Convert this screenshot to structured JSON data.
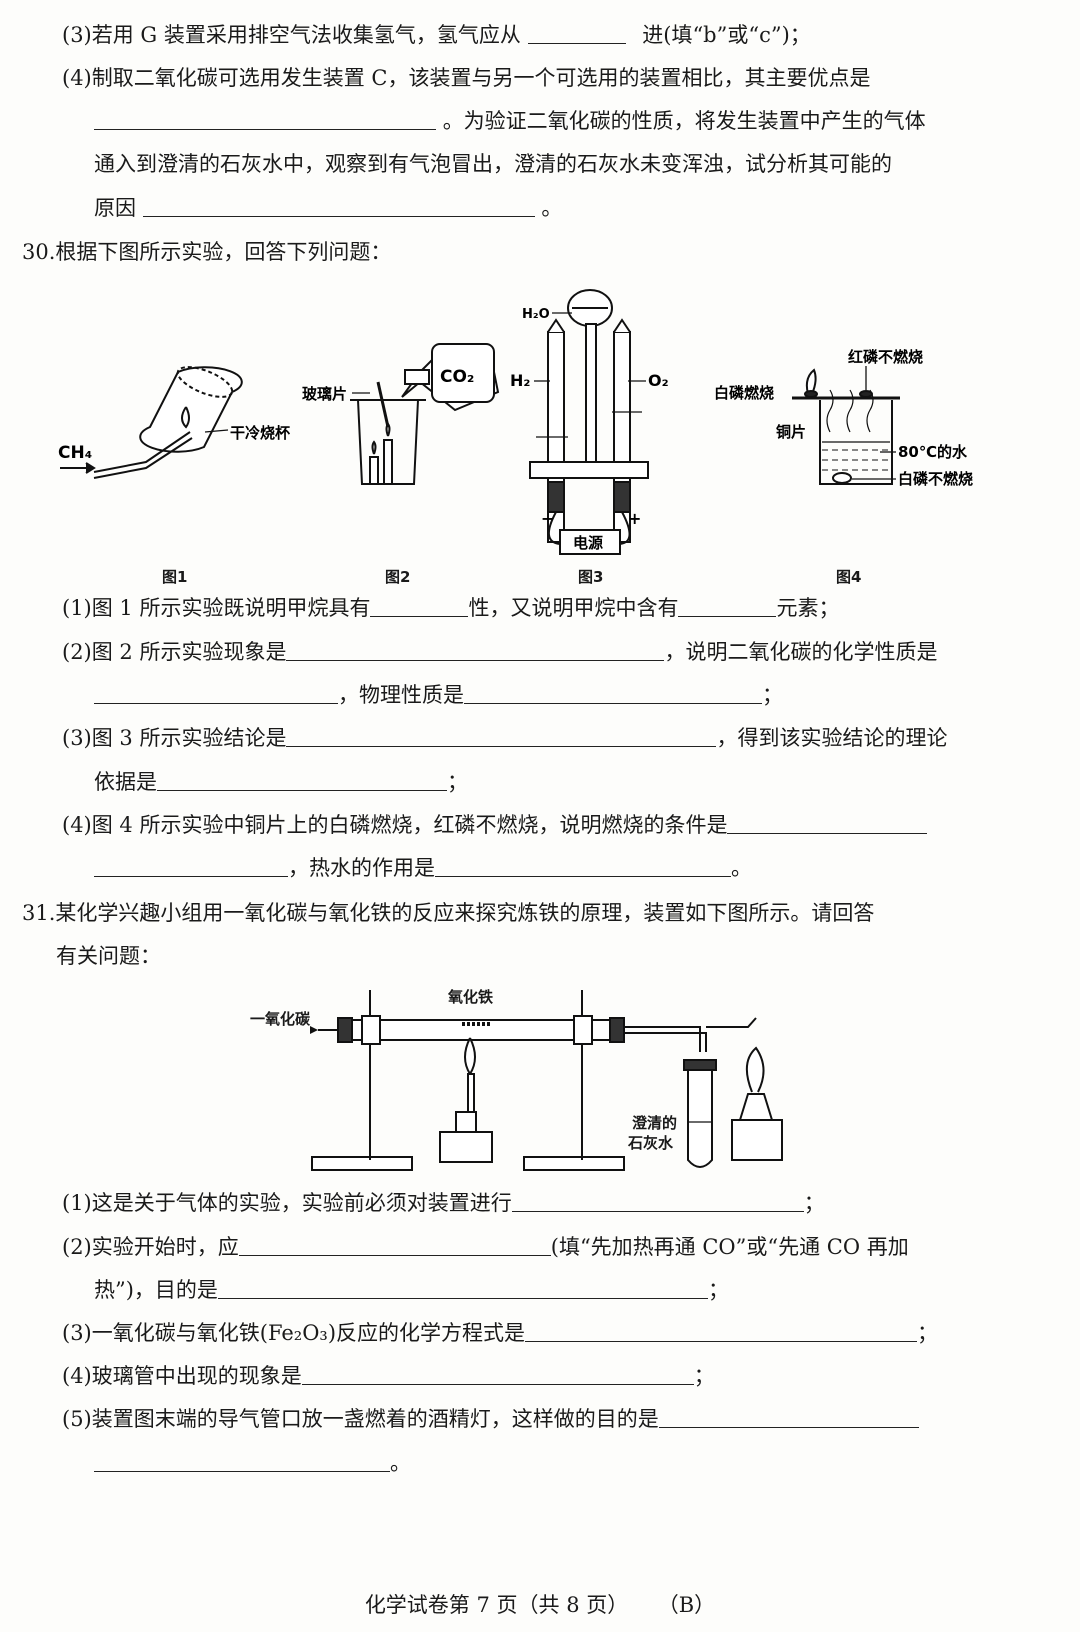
{
  "q29_3": {
    "prefix": "(3)若用 G 装置采用排空气法收集氢气，氢气应从",
    "suffix": "进(填“b”或“c”)；"
  },
  "q29_4": {
    "line1": "(4)制取二氧化碳可选用发生装置 C，该装置与另一个可选用的装置相比，其主要优点是",
    "line2": "。为验证二氧化碳的性质，将发生装置中产生的气体",
    "line3": "通入到澄清的石灰水中，观察到有气泡冒出，澄清的石灰水未变浑浊，试分析其可能的",
    "line4_prefix": "原因",
    "line4_suffix": "。"
  },
  "q30": {
    "title": "30.根据下图所示实验，回答下列问题：",
    "fig1": {
      "gas": "CH₄",
      "beaker": "干冷烧杯",
      "caption": "图1"
    },
    "fig2": {
      "glass": "玻璃片",
      "gas": "CO₂",
      "caption": "图2"
    },
    "fig3": {
      "water": "H₂O",
      "left": "H₂",
      "right": "O₂",
      "power": "电源",
      "minus": "−",
      "plus": "+",
      "caption": "图3"
    },
    "fig4": {
      "red_p": "红磷不燃烧",
      "white_p_burn": "白磷燃烧",
      "copper": "铜片",
      "water": "80℃的水",
      "white_p_no": "白磷不燃烧",
      "caption": "图4"
    },
    "q1_a": "(1)图 1 所示实验既说明甲烷具有",
    "q1_b": "性，又说明甲烷中含有",
    "q1_c": "元素；",
    "q2_a": "(2)图 2 所示实验现象是",
    "q2_b": "，说明二氧化碳的化学性质是",
    "q2_c": "，物理性质是",
    "q2_d": "；",
    "q3_a": "(3)图 3 所示实验结论是",
    "q3_b": "，得到该实验结论的理论",
    "q3_c": "依据是",
    "q3_d": "；",
    "q4_a": "(4)图 4 所示实验中铜片上的白磷燃烧，红磷不燃烧，说明燃烧的条件是",
    "q4_b": "，热水的作用是",
    "q4_c": "。"
  },
  "q31": {
    "title1": "31.某化学兴趣小组用一氧化碳与氧化铁的反应来探究炼铁的原理，装置如下图所示。请回答",
    "title2": "有关问题：",
    "diagram": {
      "co": "一氧化碳",
      "fe2o3": "氧化铁",
      "limewater1": "澄清的",
      "limewater2": "石灰水"
    },
    "q1_a": "(1)这是关于气体的实验，实验前必须对装置进行",
    "q1_b": "；",
    "q2_a": "(2)实验开始时，应",
    "q2_b": "(填“先加热再通 CO”或“先通 CO 再加",
    "q2_c": "热”)，目的是",
    "q2_d": "；",
    "q3_a": "(3)一氧化碳与氧化铁(Fe₂O₃)反应的化学方程式是",
    "q3_b": "；",
    "q4_a": "(4)玻璃管中出现的现象是",
    "q4_b": "；",
    "q5_a": "(5)装置图末端的导气管口放一盏燃着的酒精灯，这样做的目的是",
    "q5_b": "。"
  },
  "footer": {
    "text": "化学试卷第 7 页（共 8 页）",
    "version": "（B）"
  }
}
